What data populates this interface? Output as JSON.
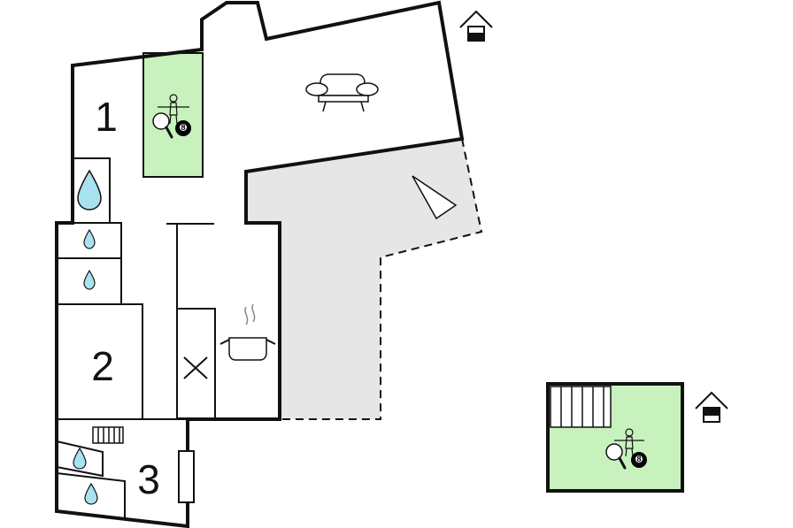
{
  "rooms": [
    {
      "label": "1"
    },
    {
      "label": "2"
    },
    {
      "label": "3"
    }
  ],
  "icons": {
    "billiard_ball_number": "8"
  },
  "colors": {
    "wall": "#111111",
    "game_room_fill": "#c8f2bd",
    "terrace_fill": "#e6e6e6",
    "water_drop": "#a8e2f0",
    "background": "#ffffff"
  }
}
